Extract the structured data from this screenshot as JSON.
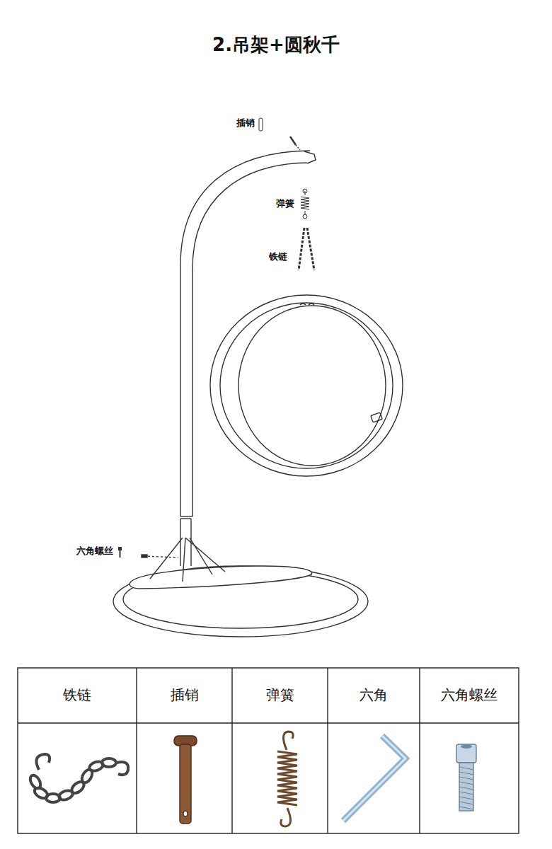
{
  "diagram": {
    "title": "2.吊架+圆秋千",
    "labels": [
      "插销",
      "弹簧",
      "铁链",
      "六角螺丝",
      "铁链",
      "插销",
      "弹簧",
      "六角",
      "六角螺丝"
    ]
  }
}
